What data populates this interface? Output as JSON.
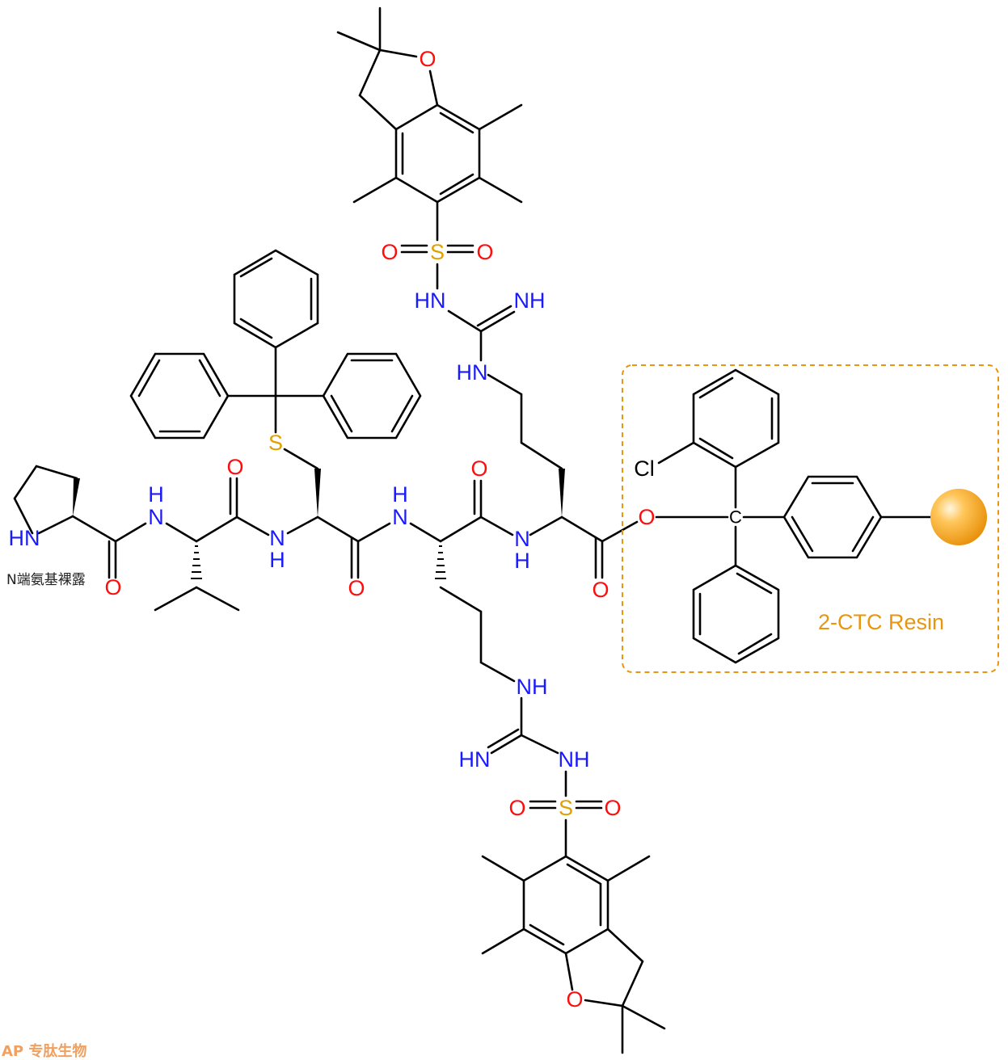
{
  "labels": {
    "pro_nh": "HN",
    "pro_o": "O",
    "val_n": "N",
    "val_h": "H",
    "val_o": "O",
    "cys_n": "N",
    "cys_h": "H",
    "cys_s": "S",
    "cys_o": "O",
    "arg1_n": "N",
    "arg1_h": "H",
    "arg1_o": "O",
    "arg2_n": "N",
    "arg2_h": "H",
    "ester_o_double": "O",
    "ester_o": "O",
    "top_hn1": "HN",
    "top_nh": "NH",
    "top_hn2": "HN",
    "top_s": "S",
    "top_so1": "O",
    "top_so2": "O",
    "top_ring_o": "O",
    "bot_nh1": "NH",
    "bot_hn": "HN",
    "bot_nh2": "NH",
    "bot_s": "S",
    "bot_so1": "O",
    "bot_so2": "O",
    "bot_ring_o": "O",
    "cl": "Cl",
    "trityl_c": "C"
  },
  "annotation": "N端氨基裸露",
  "resin_label": "2-CTC Resin",
  "watermark": "AP 专肽生物",
  "colors": {
    "nitrogen": "#1a1aff",
    "oxygen": "#ff0d0d",
    "sulfur": "#e0a000",
    "resin": "#e8960f"
  }
}
